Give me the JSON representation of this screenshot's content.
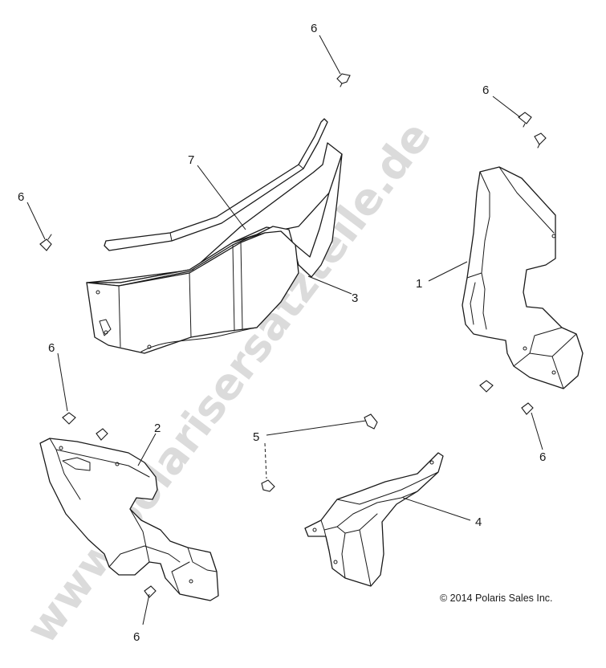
{
  "watermark": "www.polarisersatzteile.de",
  "copyright": "© 2014 Polaris Sales Inc.",
  "callouts": {
    "part_1": "1",
    "part_2": "2",
    "part_3": "3",
    "part_4": "4",
    "part_5": "5",
    "part_6": "6",
    "part_7": "7"
  }
}
